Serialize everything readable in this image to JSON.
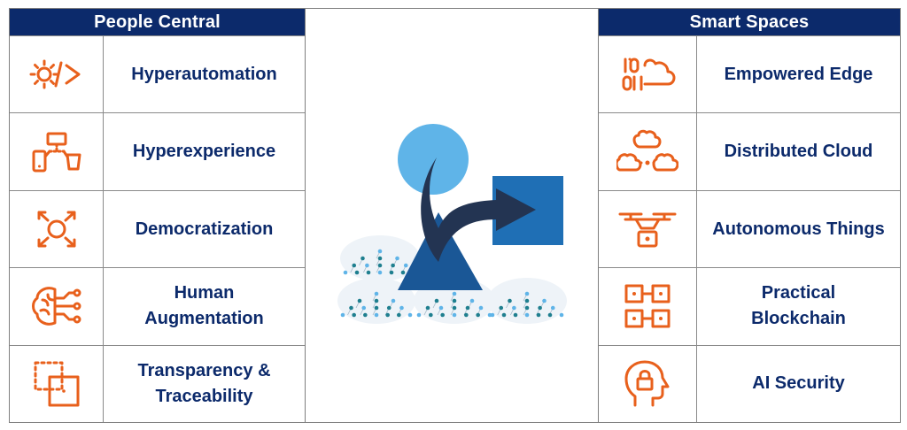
{
  "left": {
    "title": "People Central",
    "items": [
      {
        "label": "Hyperautomation",
        "icon": "gear-code-icon"
      },
      {
        "label": "Hyperexperience",
        "icon": "devices-network-icon"
      },
      {
        "label": "Democratization",
        "icon": "expand-circle-icon"
      },
      {
        "label": "Human\nAugmentation",
        "icon": "brain-circuit-icon"
      },
      {
        "label": "Transparency &\nTraceability",
        "icon": "dotted-squares-icon"
      }
    ]
  },
  "right": {
    "title": "Smart Spaces",
    "items": [
      {
        "label": "Empowered Edge",
        "icon": "binary-cloud-icon"
      },
      {
        "label": "Distributed Cloud",
        "icon": "cloud-network-icon"
      },
      {
        "label": "Autonomous Things",
        "icon": "drone-icon"
      },
      {
        "label": "Practical\nBlockchain",
        "icon": "blockchain-blocks-icon"
      },
      {
        "label": "AI Security",
        "icon": "head-lock-icon"
      }
    ]
  },
  "colors": {
    "header_bg": "#0c2a6b",
    "label_text": "#0c2a6b",
    "icon_orange": "#e8601c",
    "circle_light_blue": "#5fb4e8",
    "square_blue": "#1f6fb5",
    "triangle_dark_blue": "#1a5796",
    "arrow_navy": "#233452",
    "dots_teal": "#1f7f8f"
  }
}
